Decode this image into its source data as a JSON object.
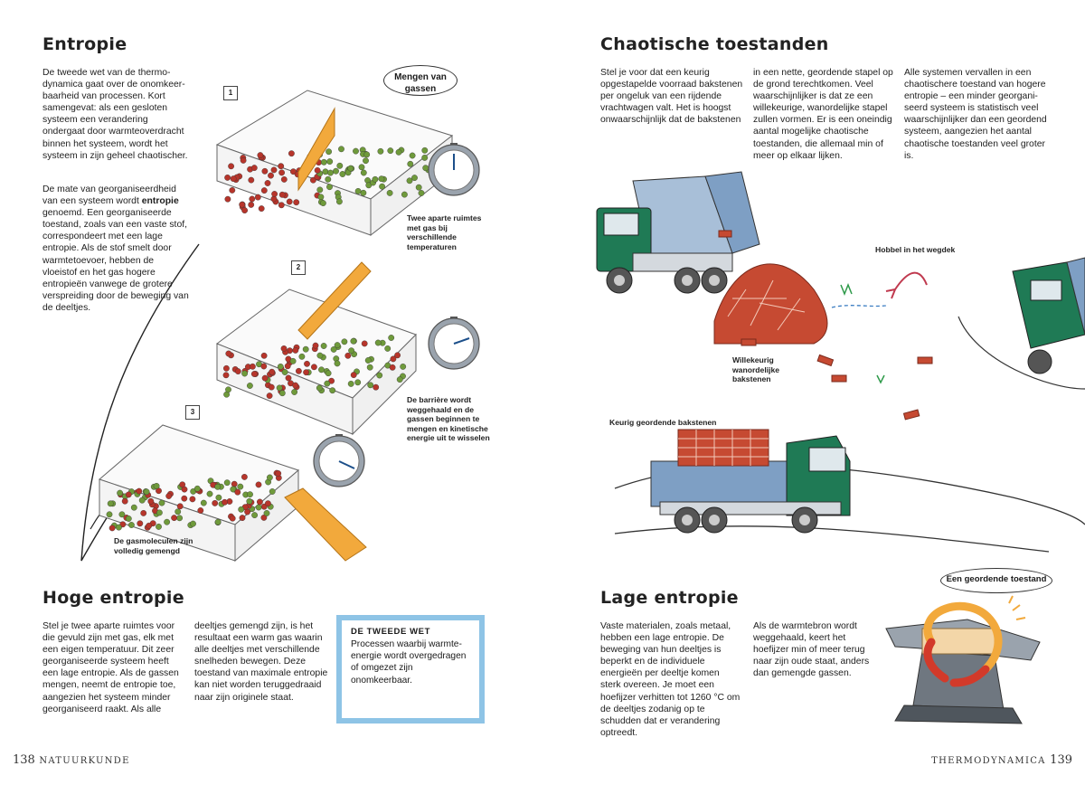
{
  "left_page": {
    "entropy": {
      "heading": "Entropie",
      "paragraph1": "De tweede wet van de thermo-dynamica gaat over de onomkeer-baarheid van processen. Kort samengevat: als een gesloten systeem een verandering ondergaat door warmteoverdracht binnen het systeem, wordt het systeem in zijn geheel chaotischer.",
      "paragraph2_before": "De mate van georganiseerdheid van een systeem wordt ",
      "paragraph2_bold": "entropie",
      "paragraph2_after": " genoemd. Een georganiseerde toestand, zoals van een vaste stof, correspondeert met een lage entropie. Als de stof smelt door warmtetoevoer, hebben de vloeistof en het gas hogere entropieën vanwege de grotere verspreiding door de beweging van de deeltjes."
    },
    "diagram": {
      "bubble": "Mengen van gassen",
      "step1": "1",
      "step2": "2",
      "step3": "3",
      "caption1": "Twee aparte ruimtes met gas bij verschillende temperaturen",
      "caption2": "De barrière wordt weggehaald en de gassen beginnen te mengen en kinetische energie uit te wisselen",
      "caption3": "De gasmoleculen zijn volledig gemengd"
    },
    "high_entropy": {
      "heading": "Hoge entropie",
      "col1": "Stel je twee aparte ruimtes voor die gevuld zijn met gas, elk met een eigen temperatuur. Dit zeer georganiseerde systeem heeft een lage entropie. Als de gassen mengen, neemt de entropie toe, aangezien het systeem minder georganiseerd raakt. Als alle",
      "col2": "deeltjes gemengd zijn, is het resultaat een warm gas waarin alle deeltjes met verschillende snelheden bewegen. Deze toestand van maximale entropie kan niet worden teruggedraaid naar zijn originele staat."
    },
    "law_box": {
      "title": "DE TWEEDE WET",
      "text": "Processen waarbij warmte-energie wordt overgedragen of omgezet zijn onomkeerbaar."
    },
    "folio": {
      "number": "138",
      "section": "NATUURKUNDE"
    }
  },
  "right_page": {
    "chaotic": {
      "heading": "Chaotische toestanden",
      "col1": "Stel je voor dat een keurig opgestapelde voorraad bakstenen per ongeluk van een rijdende vrachtwagen valt. Het is hoogst onwaarschijnlijk dat de bakstenen",
      "col2": "in een nette, geordende stapel op de grond terechtkomen. Veel waarschijnlijker is dat ze een willekeurige, wanordelijke stapel zullen vormen. Er is een oneindig aantal mogelijke chaotische toestanden, die allemaal min of meer op elkaar lijken.",
      "col3": "Alle systemen vervallen in een chaotischere toestand van hogere entropie – een minder georgani-seerd systeem is statistisch veel waarschijnlijker dan een geordend systeem, aangezien het aantal chaotische toestanden veel groter is."
    },
    "truck_labels": {
      "bump": "Hobbel in het wegdek",
      "random": "Willekeurig wanordelijke bakstenen",
      "neat": "Keurig geordende bakstenen"
    },
    "low_entropy": {
      "heading": "Lage entropie",
      "bubble": "Een geordende toestand",
      "col1": "Vaste materialen, zoals metaal, hebben een lage entropie. De beweging van hun deeltjes is beperkt en de individuele energieën per deeltje komen sterk overeen. Je moet een hoefijzer verhitten tot 1260 °C om de deeltjes zodanig op te schudden dat er verandering optreedt.",
      "col2": "Als de warmtebron wordt weggehaald, keert het hoefijzer min of meer terug naar zijn oude staat, anders dan gemengde gassen."
    },
    "folio": {
      "number": "139",
      "section": "THERMODYNAMICA"
    }
  },
  "colors": {
    "red_molecule": "#b7352b",
    "green_molecule": "#6f9a3b",
    "barrier": "#f2a93c",
    "truck_cab": "#1f7a55",
    "truck_bed": "#7e9fc4",
    "brick": "#c64a32",
    "box_border": "#8ec4e6"
  },
  "icons": [
    "stopwatch-icon",
    "truck-icon",
    "brick-pile-icon",
    "horseshoe-icon",
    "anvil-icon",
    "arrow-icon"
  ]
}
